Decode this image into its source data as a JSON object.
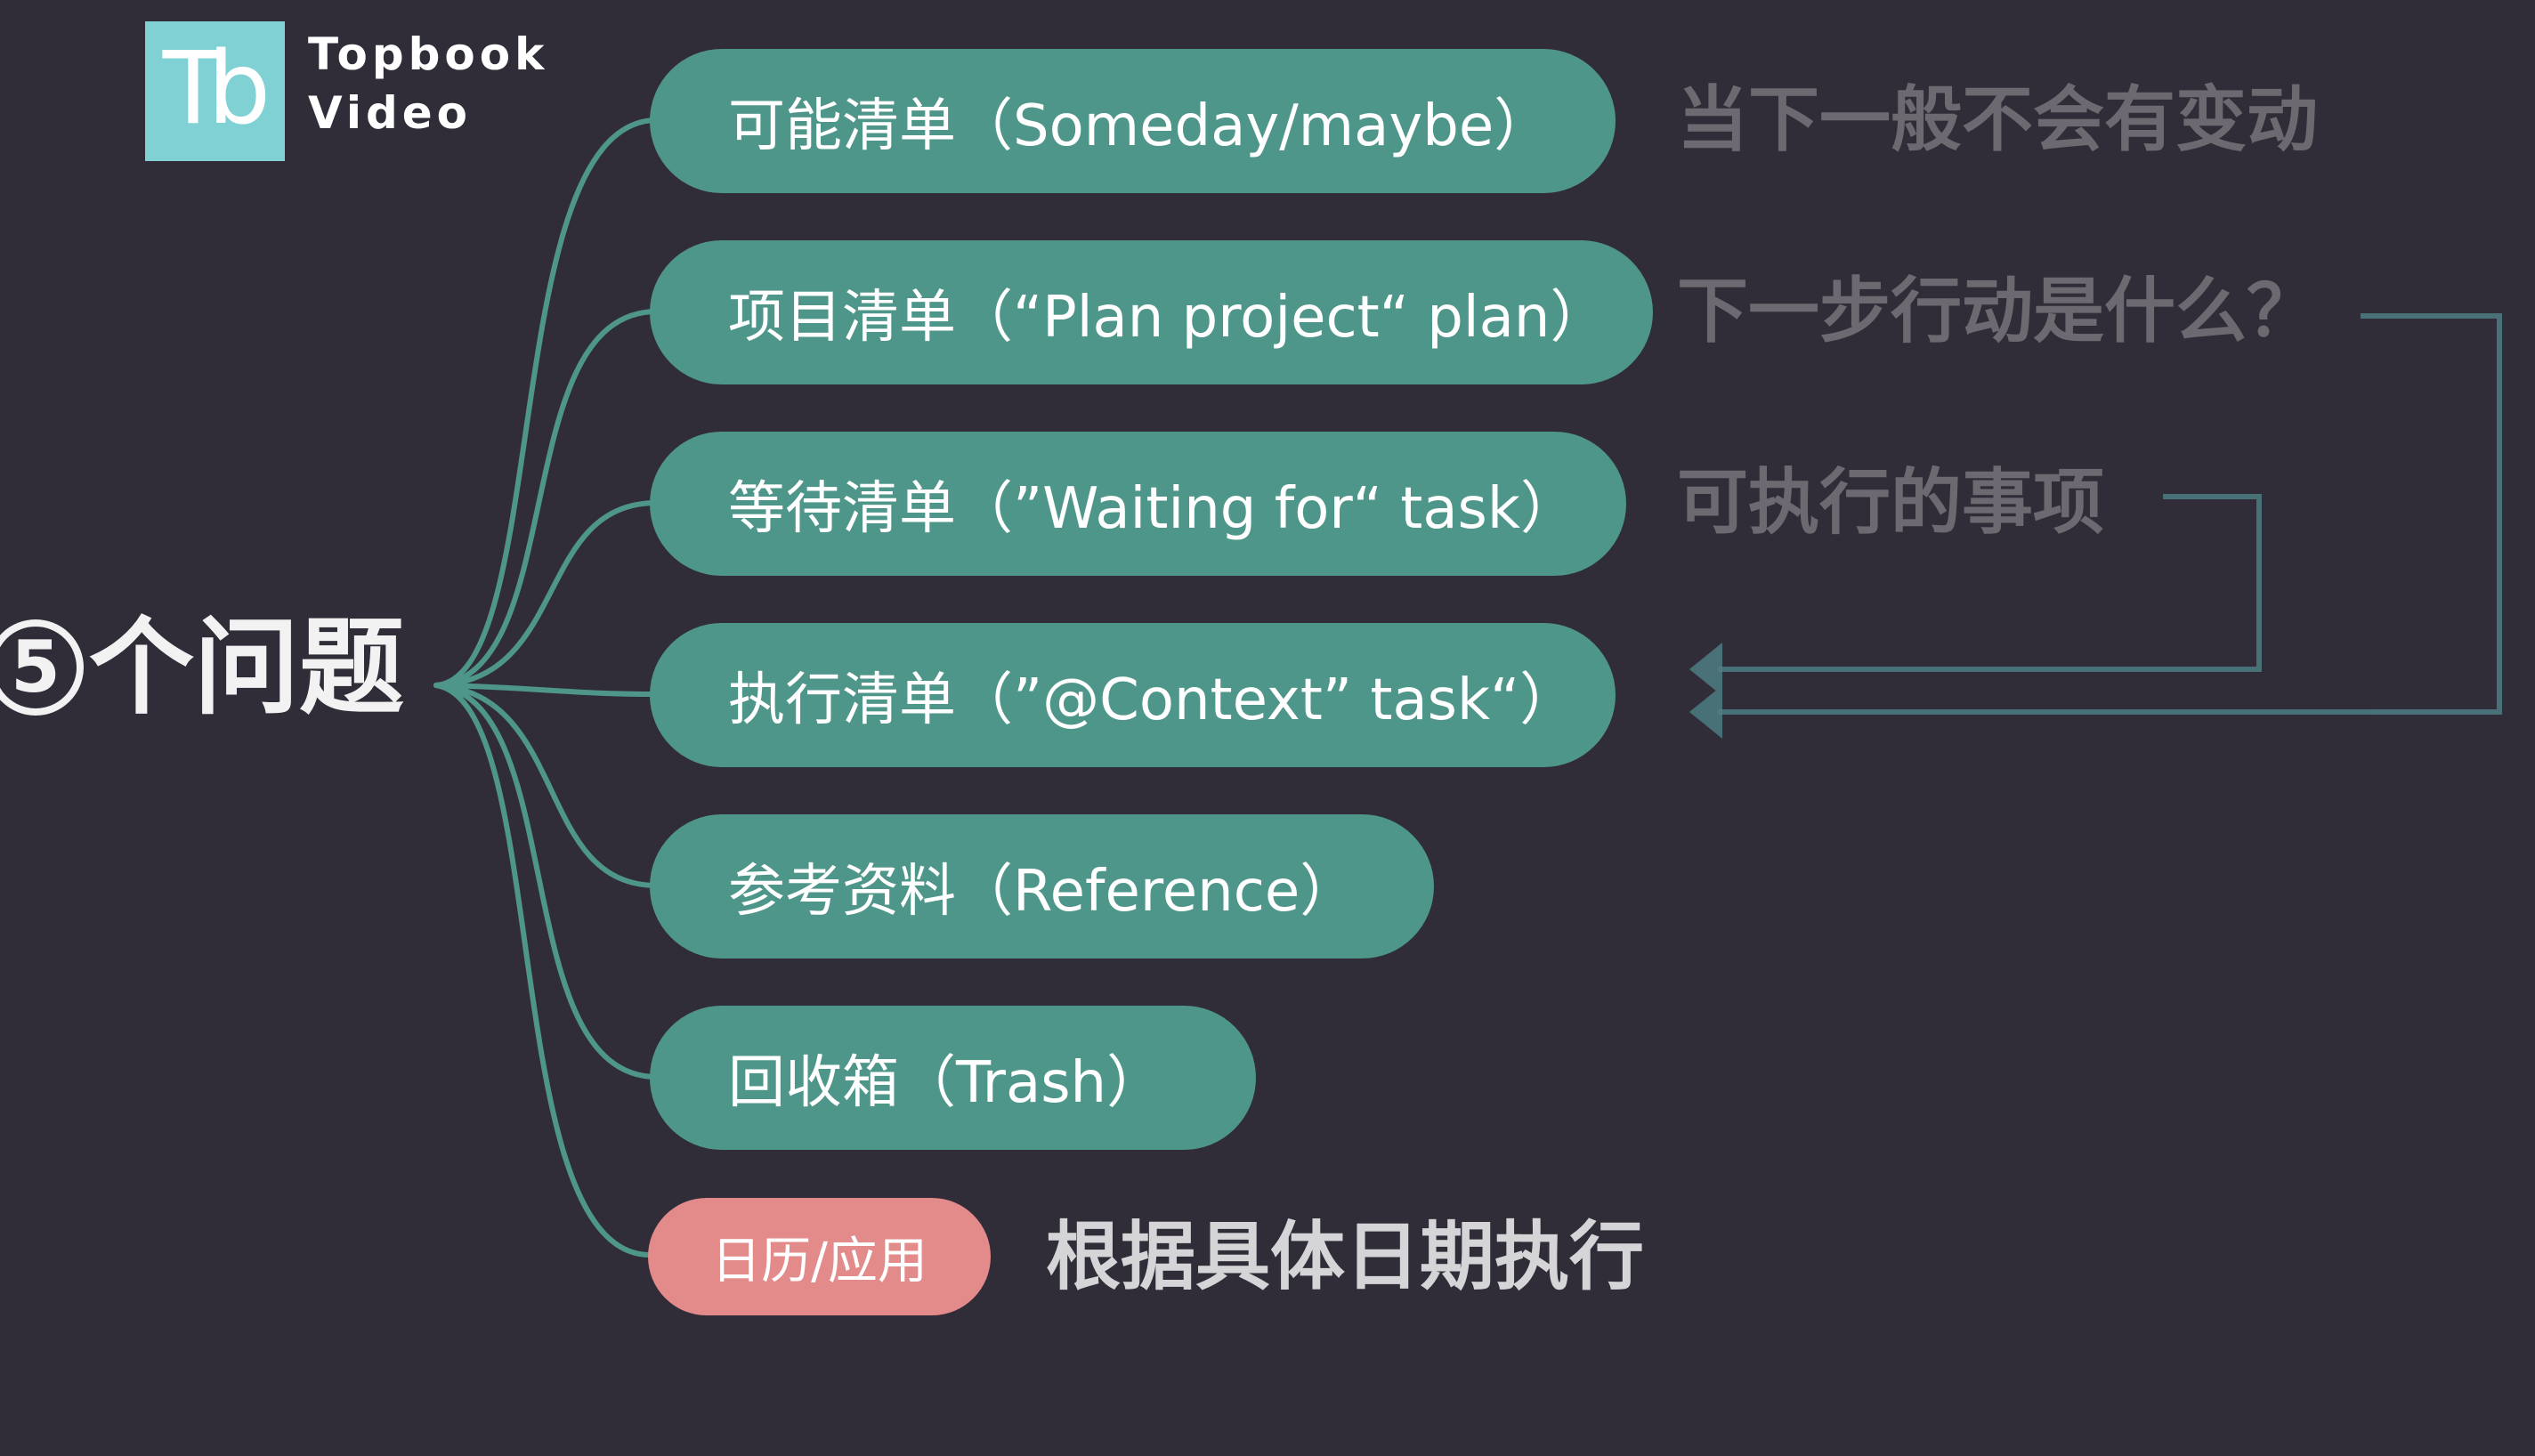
{
  "brand": {
    "line1": "Topbook",
    "line2": "Video",
    "mark": "Tb"
  },
  "root": {
    "number": "5",
    "label": "个问题"
  },
  "lists": [
    {
      "label": "可能清单（Someday/maybe）"
    },
    {
      "label": "项目清单（“Plan project“ plan）"
    },
    {
      "label": "等待清单（”Waiting for“ task）"
    },
    {
      "label": "执行清单（”@Context” task“）"
    },
    {
      "label": "参考资料（Reference）"
    },
    {
      "label": "回收箱（Trash）"
    }
  ],
  "calendar": {
    "label": "日历/应用",
    "note": "根据具体日期执行"
  },
  "notes": {
    "someday": "当下一般不会有变动",
    "project": "下一步行动是什么？",
    "waiting": "可执行的事项"
  },
  "colors": {
    "background": "#312d38",
    "pill": "#4f968a",
    "pill_calendar": "#e38a8a",
    "logo": "#7fd1d3",
    "connector": "#4f968a",
    "faded_text": "#6c6970"
  }
}
